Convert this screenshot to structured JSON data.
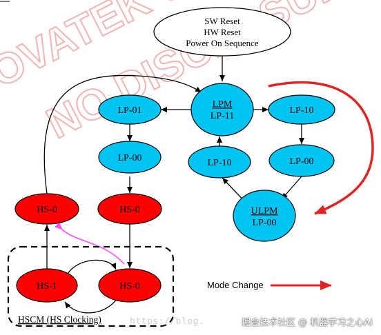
{
  "watermark": {
    "line1": "OVATEK CON",
    "line2": "NO DISCLOSURE",
    "color": "#f3b3b3"
  },
  "colors": {
    "lp_fill": "#00c4f2",
    "hs_fill": "#ff0000",
    "edge": "#000000",
    "red_arrow": "#e32222",
    "magenta_arrow": "#ff4cff"
  },
  "nodes": {
    "reset": {
      "lines": [
        "SW Reset",
        "HW Reset",
        "Power On Sequence"
      ]
    },
    "lpm": {
      "line1": "LPM",
      "line2": "LP-11"
    },
    "lp01": {
      "label": "LP-01"
    },
    "lp10_right": {
      "label": "LP-10"
    },
    "lp00_left": {
      "label": "LP-00"
    },
    "lp10_mid": {
      "label": "LP-10"
    },
    "lp00_right": {
      "label": "LP-00"
    },
    "ulpm": {
      "line1": "ULPM",
      "line2": "LP-00"
    },
    "hs0_left": {
      "label": "HS-0"
    },
    "hs0_mid": {
      "label": "HS-0"
    },
    "hs1_box": {
      "label": "HS-1"
    },
    "hs0_box": {
      "label": "HS-0"
    }
  },
  "hscm_box": {
    "label": "HSCM (HS Clocking)"
  },
  "legend": {
    "label": "Mode Change"
  },
  "footer": {
    "url": "https://blog.",
    "credit": "掘金技术社区 @ 机器学习之心AI"
  }
}
